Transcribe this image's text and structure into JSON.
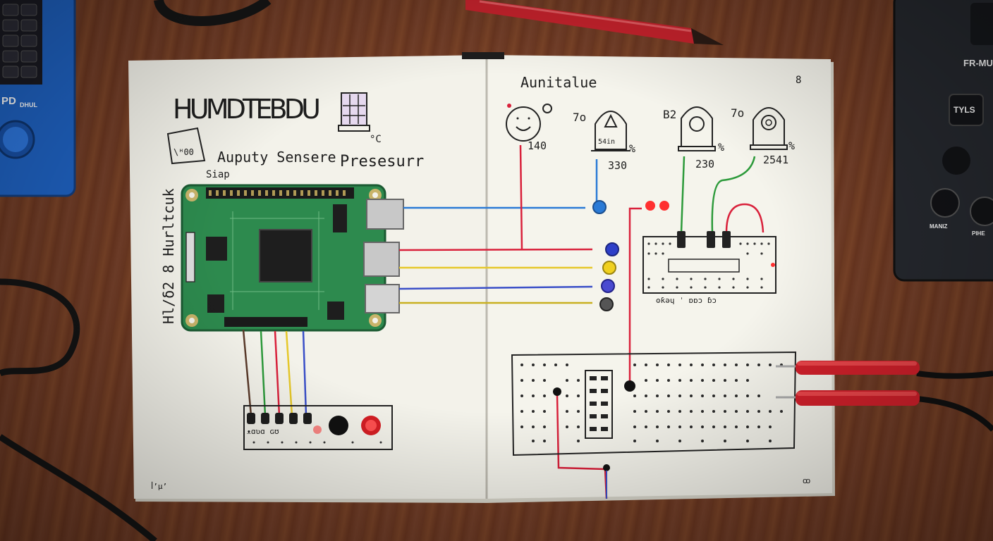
{
  "left_page": {
    "title": "HUMDTEBDU",
    "label_sensor": "Auputy Sensere",
    "label_pressure": "Presesurr",
    "label_c": "°C",
    "label_sigil": "Siap",
    "margin_text": "Hl/δ2 8 Hurltcuk",
    "corner_note": "ꟾ’µ’",
    "board_labels": "ᴥɑʋɑ ɢʊ"
  },
  "right_page": {
    "title": "Aunitalue",
    "page_number": "8",
    "readings": [
      {
        "prefix": "",
        "value": "140",
        "unit": ""
      },
      {
        "prefix": "7o",
        "value": "330",
        "unit": "%"
      },
      {
        "prefix": "B2",
        "value": "230",
        "unit": "%"
      },
      {
        "prefix": "7o",
        "value": "2541",
        "unit": "%"
      }
    ],
    "gauge_label": "54in",
    "board_caption": "ʘƙǝɥ ˈ ɒɒɔ ɓɔ",
    "corner_note": "ꝏ"
  },
  "devices": {
    "left_device_label": "PD",
    "left_device_sub": "DHUL",
    "right_device_label": "FR-MU",
    "right_button_label": "TYLS",
    "right_knob_label": "MANIZ",
    "right_knob_label2": "PIHE"
  },
  "colors": {
    "paper": "#f4f3ea",
    "wood": "#6e3a22",
    "pcb": "#2d8a4e",
    "wire_red": "#d9213b",
    "wire_yellow": "#e6c82a",
    "wire_blue": "#3a4fc8",
    "wire_green": "#2c9a3a"
  }
}
